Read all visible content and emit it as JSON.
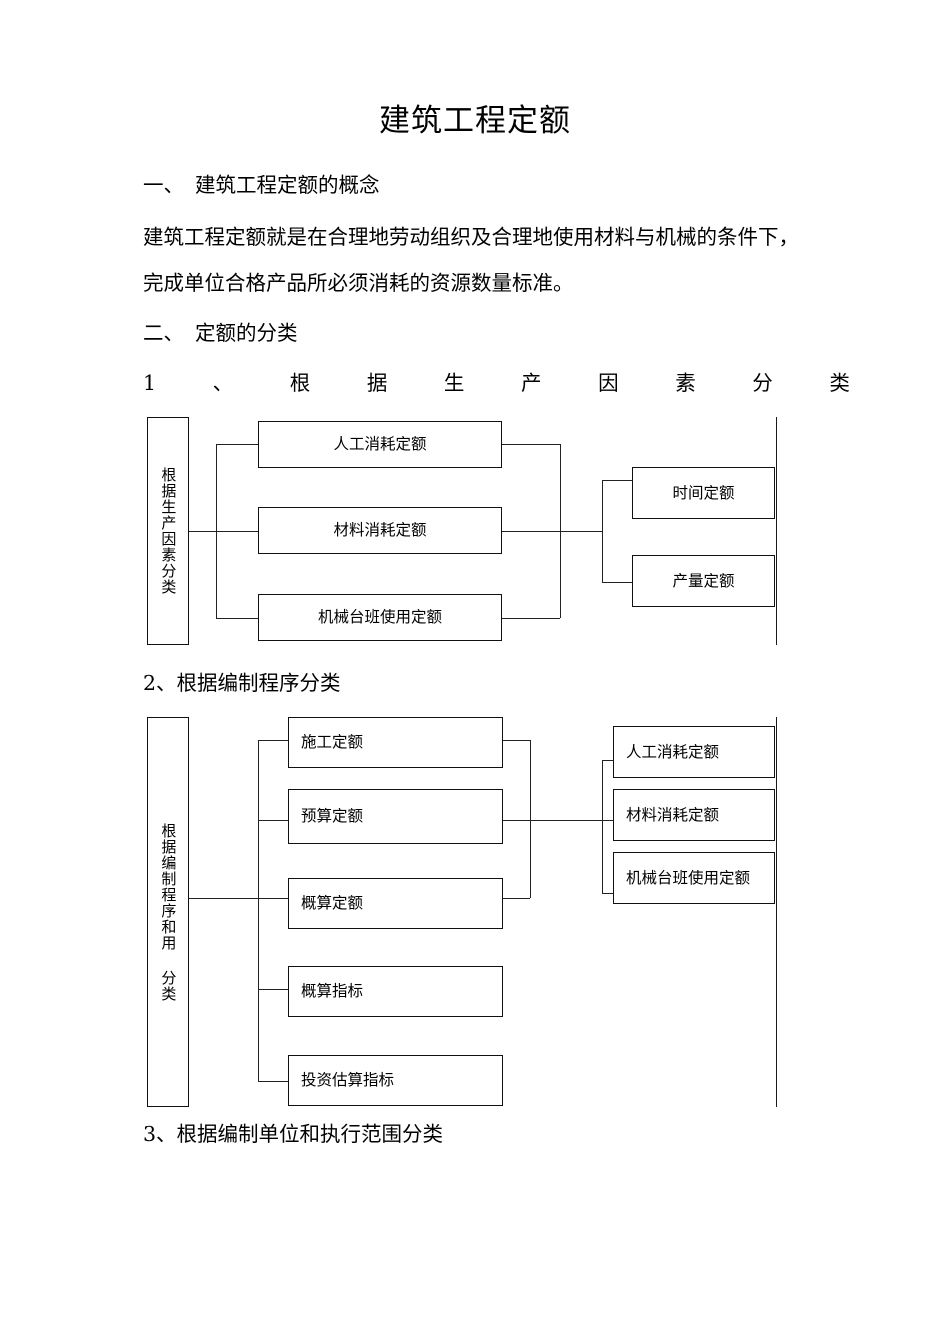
{
  "document": {
    "title": "建筑工程定额",
    "sections": [
      {
        "num": "一、",
        "text": "建筑工程定额的概念"
      },
      {
        "num": "二、",
        "text": "定额的分类"
      }
    ],
    "paragraphs": [
      "建筑工程定额就是在合理地劳动组织及合理地使用材料与机械的条件下，",
      "完成单位合格产品所必须消耗的资源数量标准。"
    ],
    "subheadings": {
      "one_justified": [
        "1",
        "、",
        "根",
        "据",
        "生",
        "产",
        "因",
        "素",
        "分",
        "类"
      ],
      "two": "2、根据编制程序分类",
      "three": "3、根据编制单位和执行范围分类"
    }
  },
  "diagram1": {
    "root_label": "根据生产因素分类",
    "middle_nodes": [
      "人工消耗定额",
      "材料消耗定额",
      "机械台班使用定额"
    ],
    "right_nodes": [
      "时间定额",
      "产量定额"
    ]
  },
  "diagram2": {
    "root_label": "根据编制程序和用 分类",
    "middle_nodes": [
      "施工定额",
      "预算定额",
      "概算定额",
      "概算指标",
      "投资估算指标"
    ],
    "right_nodes": [
      "人工消耗定额",
      "材料消耗定额",
      "机械台班使用定额"
    ]
  }
}
